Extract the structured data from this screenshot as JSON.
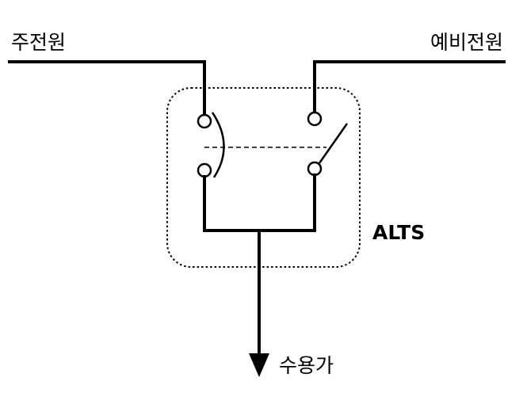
{
  "labels": {
    "main_power": "주전원",
    "backup_power": "예비전원",
    "device": "ALTS",
    "consumer": "수용가"
  },
  "colors": {
    "line": "#000000",
    "background": "#ffffff"
  }
}
